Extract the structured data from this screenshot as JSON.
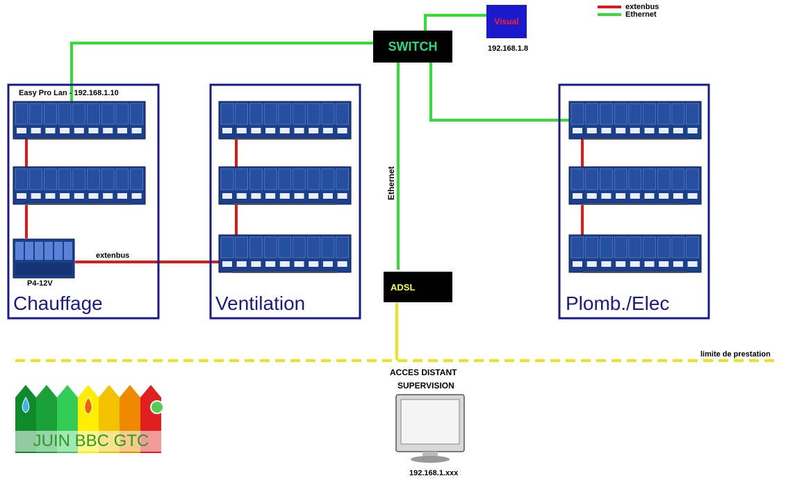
{
  "legend": {
    "items": [
      {
        "label": "extenbus",
        "color": "#dd1a1a"
      },
      {
        "label": "Ethernet",
        "color": "#33dd33"
      }
    ]
  },
  "nodes": {
    "switch": {
      "label": "SWITCH",
      "color": "#22dd88"
    },
    "visual": {
      "label": "Visual",
      "ip": "192.168.1.8",
      "bg": "#1a1acc",
      "fg": "#ff2222"
    },
    "adsl": {
      "label": "ADSL",
      "color": "#ffff33"
    },
    "remote": {
      "title_line1": "ACCES DISTANT",
      "title_line2": "SUPERVISION",
      "ip": "192.168.1.xxx"
    }
  },
  "zones": [
    {
      "id": "chauffage",
      "title": "Chauffage",
      "device_label": "Easy Pro Lan - 192.168.1.10",
      "module_label": "P4-12V"
    },
    {
      "id": "ventilation",
      "title": "Ventilation"
    },
    {
      "id": "plomb",
      "title": "Plomb./Elec"
    }
  ],
  "links": {
    "extenbus_label": "extenbus",
    "ethernet_label": "Ethernet"
  },
  "boundary": {
    "label": "limite de prestation",
    "color": "#f2e01a"
  },
  "logo": {
    "text": "JUIN BBC GTC"
  },
  "colors": {
    "zone_border": "#1a1a8c",
    "module_bg": "#1c3f8c",
    "extenbus": "#dd1a1a",
    "ethernet": "#33dd33"
  }
}
